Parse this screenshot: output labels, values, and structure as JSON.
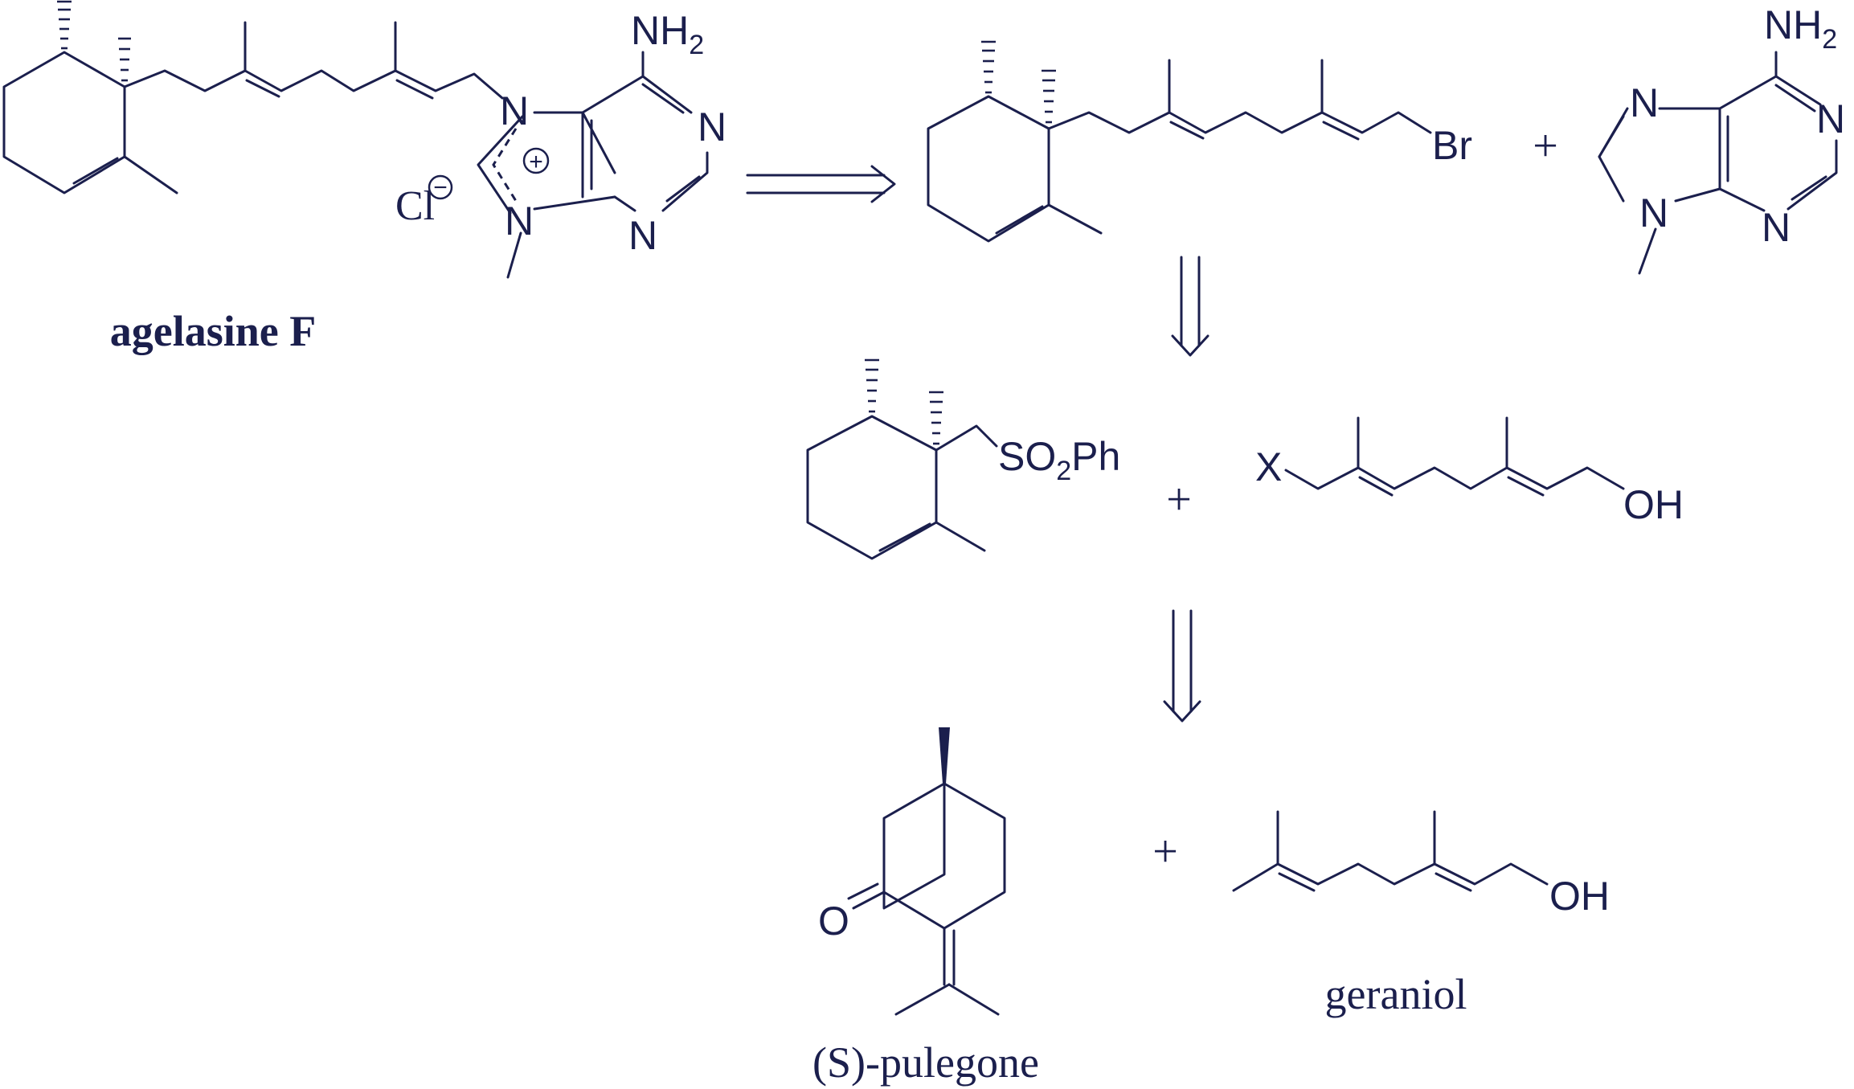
{
  "compounds": {
    "agelasine_f": {
      "name": "agelasine F",
      "counterion": "Cl",
      "amino": "NH",
      "amino_sub": "2",
      "ring_n": "N",
      "charge": "+",
      "counter_charge": "−"
    },
    "bromide": {
      "leaving_group": "Br"
    },
    "methyladenine": {
      "amino": "NH",
      "amino_sub": "2",
      "ring_n": "N"
    },
    "sulfone": {
      "group_a": "SO",
      "group_sub": "2",
      "group_b": "Ph"
    },
    "diene_alcohol": {
      "x_label": "X",
      "oh_label": "OH"
    },
    "pulegone": {
      "name": "(S)-pulegone",
      "oxygen": "O"
    },
    "geraniol": {
      "name": "geraniol",
      "oh_label": "OH"
    }
  },
  "symbols": {
    "plus": "+"
  },
  "arrows": [
    {
      "kind": "retrosynthetic",
      "direction": "right"
    },
    {
      "kind": "retrosynthetic",
      "direction": "down"
    },
    {
      "kind": "retrosynthetic",
      "direction": "down"
    }
  ],
  "colors": {
    "ink": "#1b1f4d",
    "background": "#ffffff"
  }
}
